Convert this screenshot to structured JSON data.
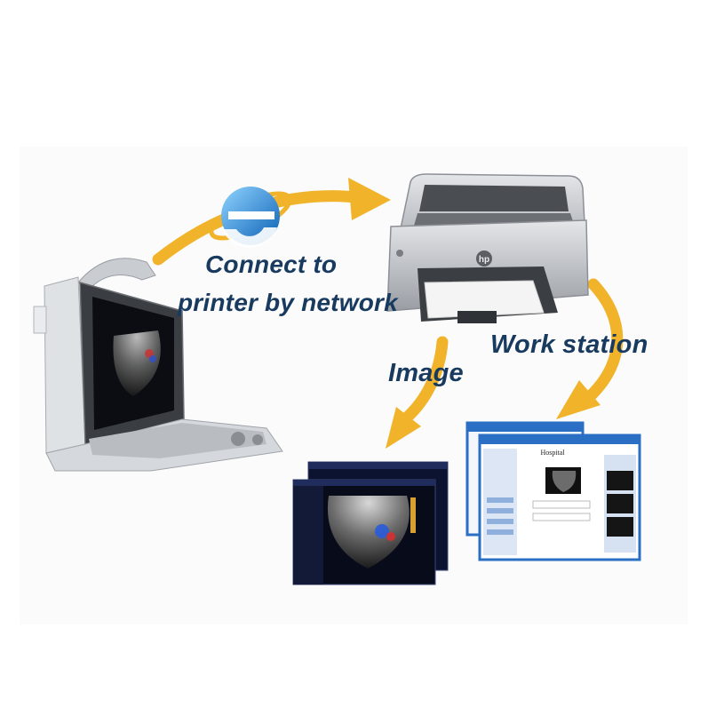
{
  "labels": {
    "connect_line1": "Connect to",
    "connect_line2": "printer by network",
    "image": "Image",
    "work_station": "Work station"
  },
  "ie_logo_letter": "e",
  "printer_brand": "hp",
  "report": {
    "title": "Hospital"
  },
  "colors": {
    "arrow": "#f0b32a",
    "label_text": "#173a5e",
    "ie_blue": "#1e78c8",
    "window_blue": "#2a6fc4",
    "printer_silver": "#c4c7cc"
  },
  "icons": [
    "internet-explorer-icon",
    "printer-icon",
    "ultrasound-machine-icon",
    "ultrasound-image-icon",
    "workstation-screen-icon"
  ]
}
